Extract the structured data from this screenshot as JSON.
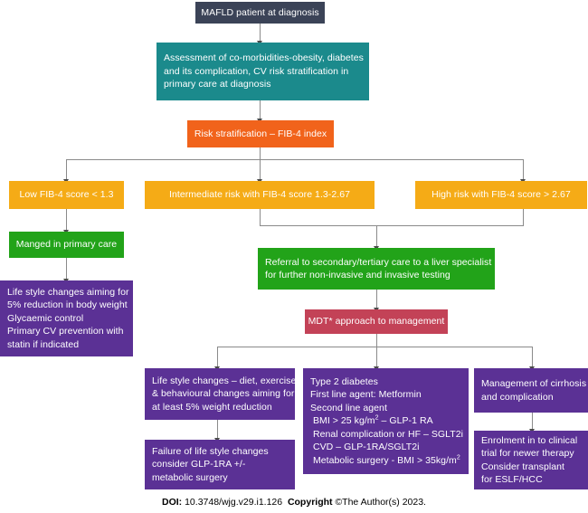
{
  "diagram": {
    "type": "flowchart",
    "title": "MAFLD patient management pathway",
    "colors": {
      "navy": "#3b4357",
      "teal": "#1b8a8c",
      "orange": "#f1631b",
      "amber": "#f5ab16",
      "green": "#22a319",
      "purple": "#5b3195",
      "crimson": "#c34257",
      "connector": "#8a8a8a"
    },
    "nodes": {
      "start": {
        "label": "MAFLD patient at diagnosis"
      },
      "assessment": {
        "line1": "Assessment of co-morbidities-obesity, diabetes",
        "line2": "and its complication, CV risk stratification in",
        "line3": "primary care at diagnosis"
      },
      "risk_stratification": {
        "label": "Risk stratification – FIB-4 index"
      },
      "low_risk": {
        "label": "Low FIB-4 score < 1.3"
      },
      "intermediate_risk": {
        "label": "Intermediate risk with FIB-4 score 1.3-2.67"
      },
      "high_risk": {
        "label": "High risk with FIB-4 score > 2.67"
      },
      "primary_care": {
        "label": "Manged in primary care"
      },
      "lifestyle_primary": {
        "line1": "Life style changes aiming for",
        "line2": "5% reduction in body weight",
        "line3": "Glycaemic control",
        "line4": "Primary CV prevention with",
        "line5": "statin if indicated"
      },
      "referral": {
        "line1": "Referral to secondary/tertiary care to a liver specialist",
        "line2": "for further non-invasive and invasive testing"
      },
      "mdt": {
        "label": "MDT* approach to management"
      },
      "lifestyle_secondary": {
        "line1": "Life style changes – diet, exercise",
        "line2": "& behavioural changes aiming for",
        "line3": "at least 5% weight reduction"
      },
      "lifestyle_failure": {
        "line1": "Failure of life style changes",
        "line2": "consider GLP-1RA +/-",
        "line3": "metabolic surgery"
      },
      "type2_diabetes": {
        "line1": "Type 2 diabetes",
        "line2": "First line agent: Metformin",
        "line3": "Second line agent",
        "line4_pre": " BMI > 25 kg/m",
        "line4_sup": "2",
        "line4_post": " – GLP-1 RA",
        "line5": " Renal complication or HF – SGLT2i",
        "line6": " CVD – GLP-1RA/SGLT2i",
        "line7_pre": " Metabolic surgery - BMI > 35kg/m",
        "line7_sup": "2"
      },
      "cirrhosis": {
        "line1": "Management of cirrhosis",
        "line2": "and complication"
      },
      "clinical_trial": {
        "line1": "Enrolment in to clinical",
        "line2": "trial for newer therapy",
        "line3": "Consider transplant",
        "line4": "for ESLF/HCC"
      }
    },
    "footer": {
      "doi_label": "DOI:",
      "doi_value": "10.3748/wjg.v29.i1.126",
      "copyright_label": "Copyright",
      "copyright_value": "©The Author(s) 2023."
    }
  }
}
